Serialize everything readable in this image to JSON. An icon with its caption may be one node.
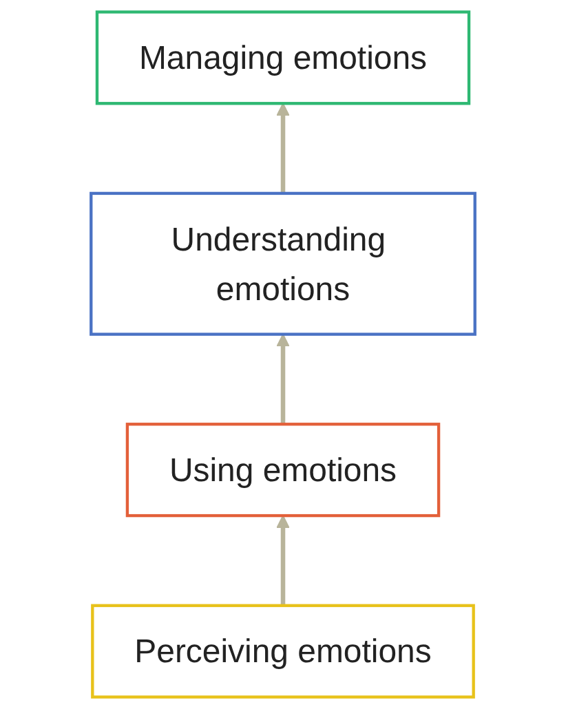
{
  "diagram": {
    "nodes": [
      {
        "text": [
          "Managing emotions"
        ]
      },
      {
        "text": [
          "Understanding emotions"
        ]
      },
      {
        "text": [
          "Using emotions"
        ]
      },
      {
        "text": [
          "Perceiving emotions"
        ]
      }
    ],
    "edges": [
      {
        "from": 1,
        "to": 0,
        "arrow": "to"
      },
      {
        "from": 2,
        "to": 1,
        "arrow": "to"
      },
      {
        "from": 3,
        "to": 2,
        "arrow": "to"
      }
    ]
  }
}
